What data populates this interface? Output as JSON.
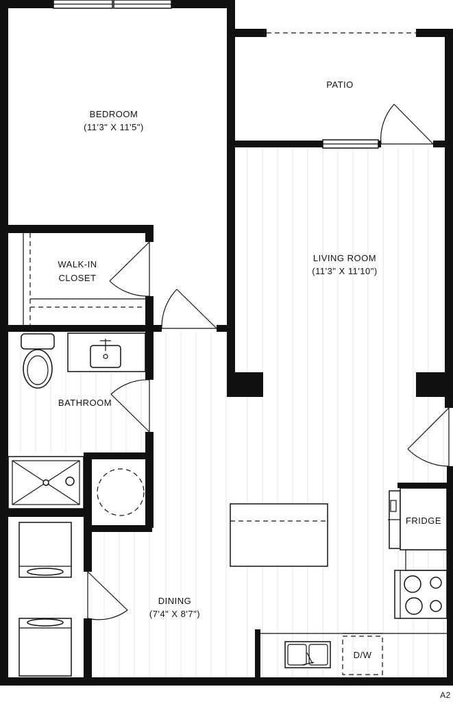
{
  "rooms": {
    "bedroom": {
      "name": "BEDROOM",
      "dims": "(11'3\" X 11'5\")"
    },
    "patio": {
      "name": "PATIO"
    },
    "living": {
      "name": "LIVING ROOM",
      "dims": "(11'3\" X 11'10\")"
    },
    "closet": {
      "line1": "WALK-IN",
      "line2": "CLOSET"
    },
    "bathroom": {
      "name": "BATHROOM"
    },
    "dining": {
      "name": "DINING",
      "dims": "(7'4\" X 8'7\")"
    }
  },
  "appliances": {
    "fridge": "FRIDGE",
    "dishwasher": "D/W"
  },
  "unit_code": "A2",
  "colors": {
    "wall": "#111111",
    "floor_line": "#e6e6e6",
    "background": "#ffffff"
  }
}
